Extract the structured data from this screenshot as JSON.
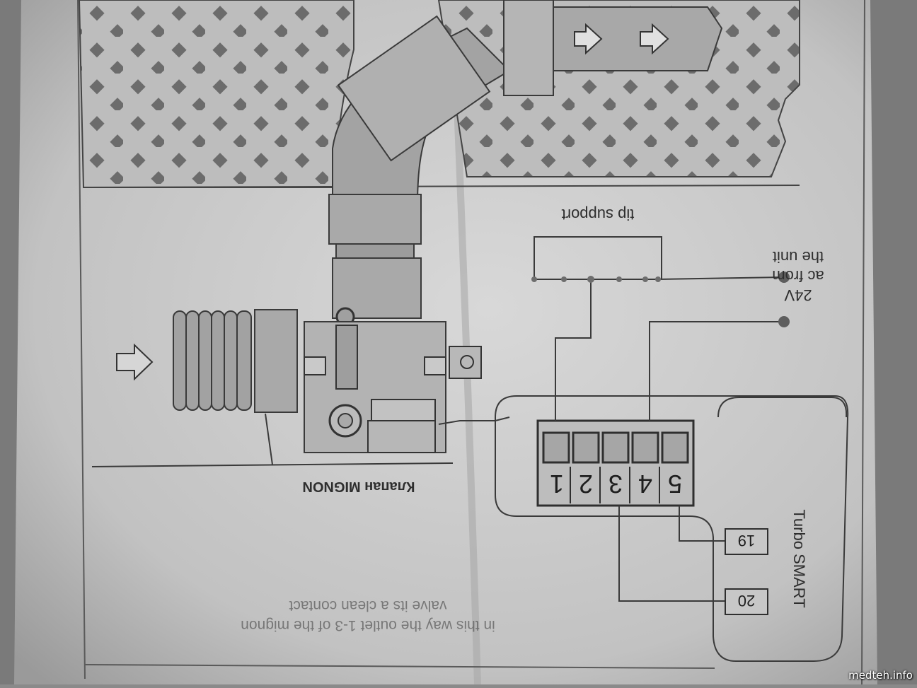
{
  "diagram": {
    "valve_label": "Клапан MIGNON",
    "support_label": "tip support",
    "supply_label_line1": "24V",
    "supply_label_line2": "ac from",
    "supply_label_line3": "the unit",
    "unit_label": "Turbo SMART",
    "terminal_numbers": [
      "1",
      "2",
      "3",
      "4",
      "5"
    ],
    "pin_19": "19",
    "pin_20": "20",
    "note_line1": "in this way the outlet 1-3 of the mignon",
    "note_line2": "valve its a clean contact"
  },
  "watermark": "medteh.info",
  "colors": {
    "paper": "#c9c9c9",
    "paper_shadow": "#9b9b9b",
    "ink": "#3a3a3a",
    "pipe": "#9e9e9e",
    "pipe_dark": "#7c7c7c"
  }
}
